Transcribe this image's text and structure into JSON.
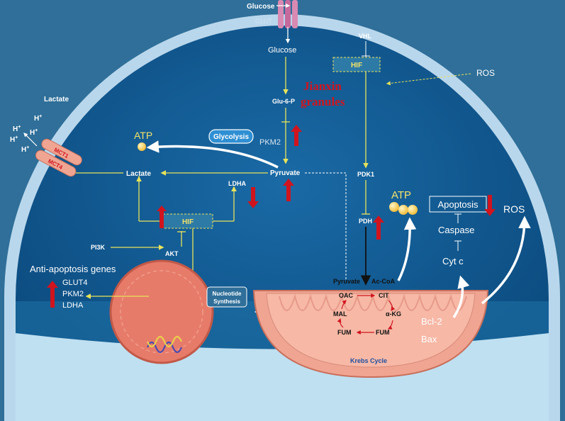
{
  "labels": {
    "glucose_outside": "Glucose",
    "glut": "GLUT",
    "glucose_inside": "Glucose",
    "glu6p": "Glu-6-P",
    "pkm2": "PKM2",
    "glycolysis": "Glycolysis",
    "pyruvate": "Pyruvate",
    "lactate_in": "Lactate",
    "lactate_out": "Lactate",
    "ldha": "LDHA",
    "atp_left": "ATP",
    "atp_right": "ATP",
    "h_plus": "H",
    "h_sup": "+",
    "mct1": "MCT1",
    "mct4": "MCT4",
    "hif_top": "HIF",
    "hif_mid": "HIF",
    "vhl": "VHL",
    "ros_top": "ROS",
    "ros_right": "ROS",
    "drug_line1": "Jianxin",
    "drug_line2": "granules",
    "pdk1": "PDK1",
    "pdh": "PDH",
    "pi3k": "PI3K",
    "akt": "AKT",
    "anti_apoptosis": "Anti-apoptosis genes",
    "glut4": "GLUT4",
    "pkm2_gene": "PKM2",
    "ldha_gene": "LDHA",
    "nucleotide_line1": "Nucleotide",
    "nucleotide_line2": "Synthesis",
    "apoptosis": "Apoptosis",
    "caspase": "Caspase",
    "cytc": "Cyt c",
    "bcl2": "Bcl-2",
    "bax": "Bax",
    "krebs": "Krebs Cycle",
    "mito_pyruvate": "Pyruvate",
    "acetyl_coa": "Ac-CoA",
    "oac": "OAC",
    "cit": "CIT",
    "mal": "MAL",
    "akg": "α-KG",
    "fum_left": "FUM",
    "fum_right": "FUM"
  },
  "colors": {
    "cytoplasm": "#0f5a93",
    "cell_border": "#b9d7ec",
    "background": "#2f6f99",
    "arrow_yellow": "#e8e35a",
    "up_arrow_red": "#d0141e",
    "drug_text": "#d0141e",
    "mito_outer": "#f0a592",
    "nucleus": "#e77b6a",
    "hif_box": "#2d7aa6"
  },
  "icons": {
    "regulation_up": "red-up-arrow-icon",
    "regulation_down": "red-down-arrow-icon"
  }
}
